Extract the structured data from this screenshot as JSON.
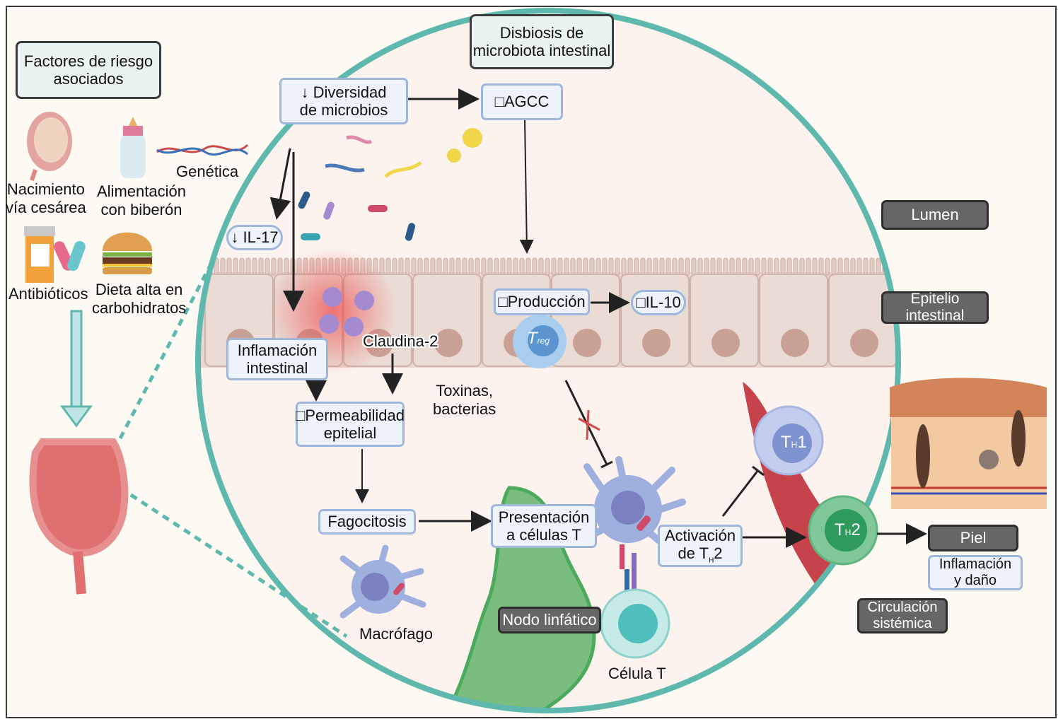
{
  "risk_factors": {
    "title": "Factores de riesgo asociados",
    "items": [
      {
        "label_1": "Nacimiento",
        "label_2": "vía cesárea",
        "icon": "uterus-fetus-icon"
      },
      {
        "label_1": "Alimentación",
        "label_2": "con biberón",
        "icon": "baby-bottle-icon"
      },
      {
        "label_1": "Genética",
        "icon": "dna-icon"
      },
      {
        "label_1": "Antibióticos",
        "icon": "pill-bottle-icon"
      },
      {
        "label_1": "Dieta alta en",
        "label_2": "carbohidratos",
        "icon": "hamburger-icon"
      }
    ]
  },
  "dysbiosis": {
    "title_1": "Disbiosis de",
    "title_2": "microbiota intestinal",
    "diversity_1": "↓ Diversidad",
    "diversity_2": "de microbios",
    "agcc": "□AGCC",
    "il17": "↓ IL-17",
    "production": "□Producción",
    "il10": "□IL-10",
    "treg": "T",
    "treg_sub": "reg"
  },
  "pathway": {
    "inflammation_1": "Inflamación",
    "inflammation_2": "intestinal",
    "claudin": "Claudina-2",
    "toxins_1": "Toxinas,",
    "toxins_2": "bacterias",
    "permeability_1": "□Permeabilidad",
    "permeability_2": "epitelial",
    "phagocytosis": "Fagocitosis",
    "macrophage": "Macrófago",
    "presentation_1": "Presentación",
    "presentation_2": "a células T",
    "lymph_node": "Nodo linfático",
    "t_cell": "Célula T",
    "activation_1": "Activación",
    "activation_2": "de T",
    "activation_sub": "H",
    "activation_3": "2"
  },
  "regions": {
    "lumen": "Lumen",
    "epithelium": "Epitelio intestinal",
    "circulation_1": "Circulación",
    "circulation_2": "sistémica"
  },
  "outcome": {
    "th1": "T",
    "th1_sub": "H",
    "th1_num": "1",
    "th2": "T",
    "th2_sub": "H",
    "th2_num": "2",
    "skin": "Piel",
    "damage_1": "Inflamación",
    "damage_2": "y daño"
  },
  "colors": {
    "circle": "#5fb8ae",
    "box_border": "#9fb6dd",
    "dark_box": "#666666",
    "th1": "#7f93d0",
    "th2": "#2e9b5c",
    "vessel": "#c7434b",
    "lymph": "#4caa5c"
  }
}
